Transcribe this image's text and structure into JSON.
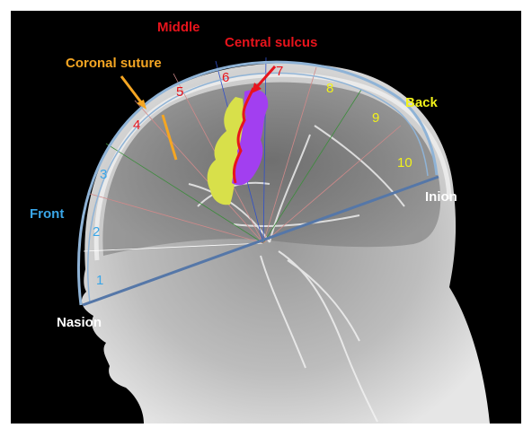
{
  "labels": {
    "middle": "Middle",
    "central_sulcus": "Central sulcus",
    "coronal_suture": "Coronal suture",
    "back": "Back",
    "front": "Front",
    "inion": "Inion",
    "nasion": "Nasion"
  },
  "segments": [
    "1",
    "2",
    "3",
    "4",
    "5",
    "6",
    "7",
    "8",
    "9",
    "10"
  ],
  "colors": {
    "front": "#3aa6e8",
    "middle": "#e8141c",
    "back": "#f2f21a",
    "coronal": "#f5a623",
    "white": "#ffffff",
    "arc": "#8fb3d6",
    "baseline": "#5577a8",
    "gyrus_pre": "#d8e04a",
    "gyrus_post": "#a23ff0"
  }
}
